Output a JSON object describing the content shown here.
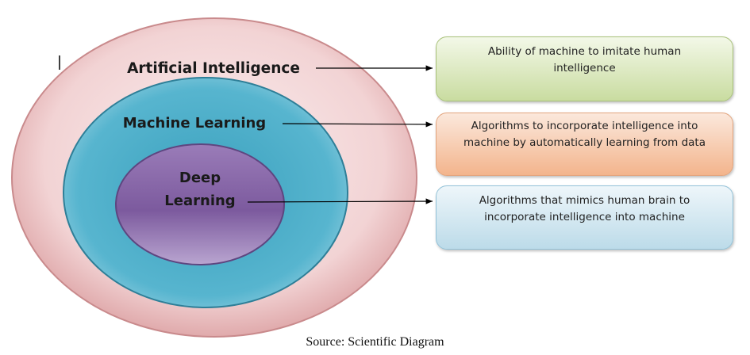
{
  "circles": {
    "ai": "Artificial Intelligence",
    "ml": "Machine Learning",
    "dl_line1": "Deep",
    "dl_line2": "Learning"
  },
  "boxes": [
    {
      "text": "Ability of machine to imitate human intelligence",
      "color": "#c9dca0"
    },
    {
      "text": "Algorithms to incorporate intelligence into machine by automatically learning from data",
      "color": "#f3b48c"
    },
    {
      "text": "Algorithms that mimics human brain to incorporate intelligence into machine",
      "color": "#bcdbe9"
    }
  ],
  "caption": "Source: Scientific Diagram"
}
